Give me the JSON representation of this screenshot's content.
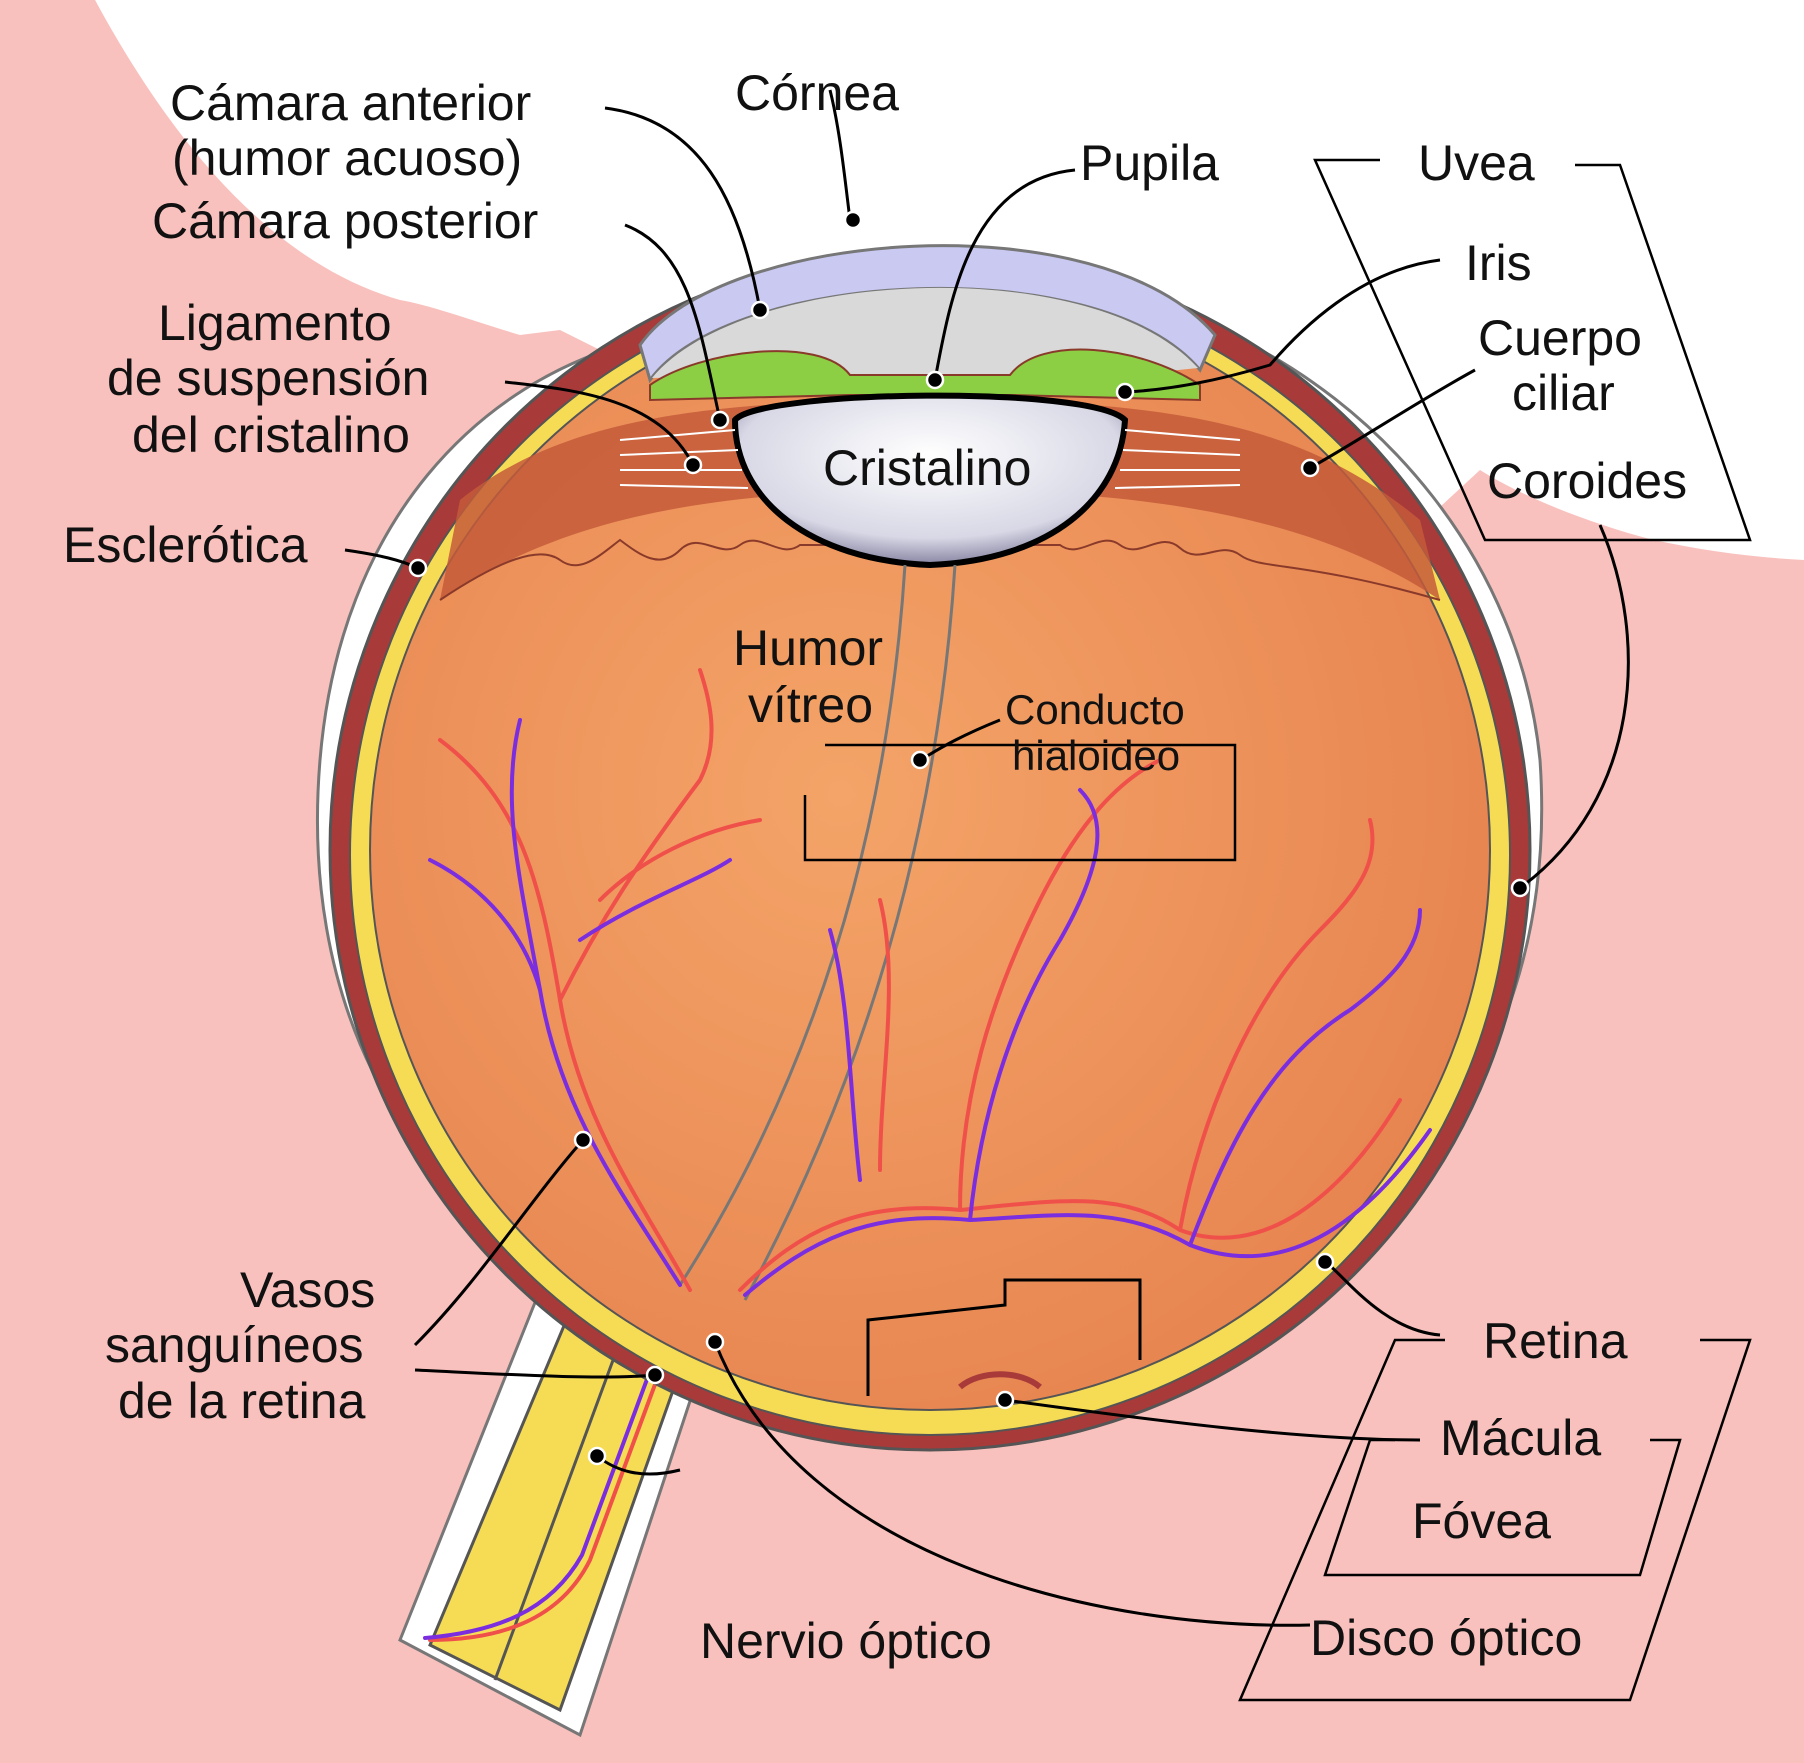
{
  "labels": {
    "camara_anterior_1": "Cámara anterior",
    "camara_anterior_2": "(humor acuoso)",
    "cornea": "Córnea",
    "pupila": "Pupila",
    "uvea": "Uvea",
    "camara_posterior": "Cámara posterior",
    "iris": "Iris",
    "cuerpo_ciliar_1": "Cuerpo",
    "cuerpo_ciliar_2": "ciliar",
    "ligamento_1": "Ligamento",
    "ligamento_2": "de suspensión",
    "ligamento_3": "del cristalino",
    "cristalino": "Cristalino",
    "coroides": "Coroides",
    "esclerotica": "Esclerótica",
    "humor_vitreo_1": "Humor",
    "humor_vitreo_2": "vítreo",
    "conducto_1": "Conducto",
    "conducto_2": "hialoideo",
    "vasos_1": "Vasos",
    "vasos_2": "sanguíneos",
    "vasos_3": "de la retina",
    "retina": "Retina",
    "macula": "Mácula",
    "fovea": "Fóvea",
    "disco_optico": "Disco óptico",
    "nervio_optico": "Nervio óptico"
  },
  "colors": {
    "background_skin": "#f9c1bd",
    "vitreous": "#f0935a",
    "retina": "#f6dc55",
    "choroid": "#a83a3a",
    "sclera": "#ffffff",
    "cornea": "#c9c9f2",
    "iris": "#8ccf44",
    "lens": "#e6e6ef",
    "artery": "#f0504a",
    "vein": "#7a2ee0"
  }
}
